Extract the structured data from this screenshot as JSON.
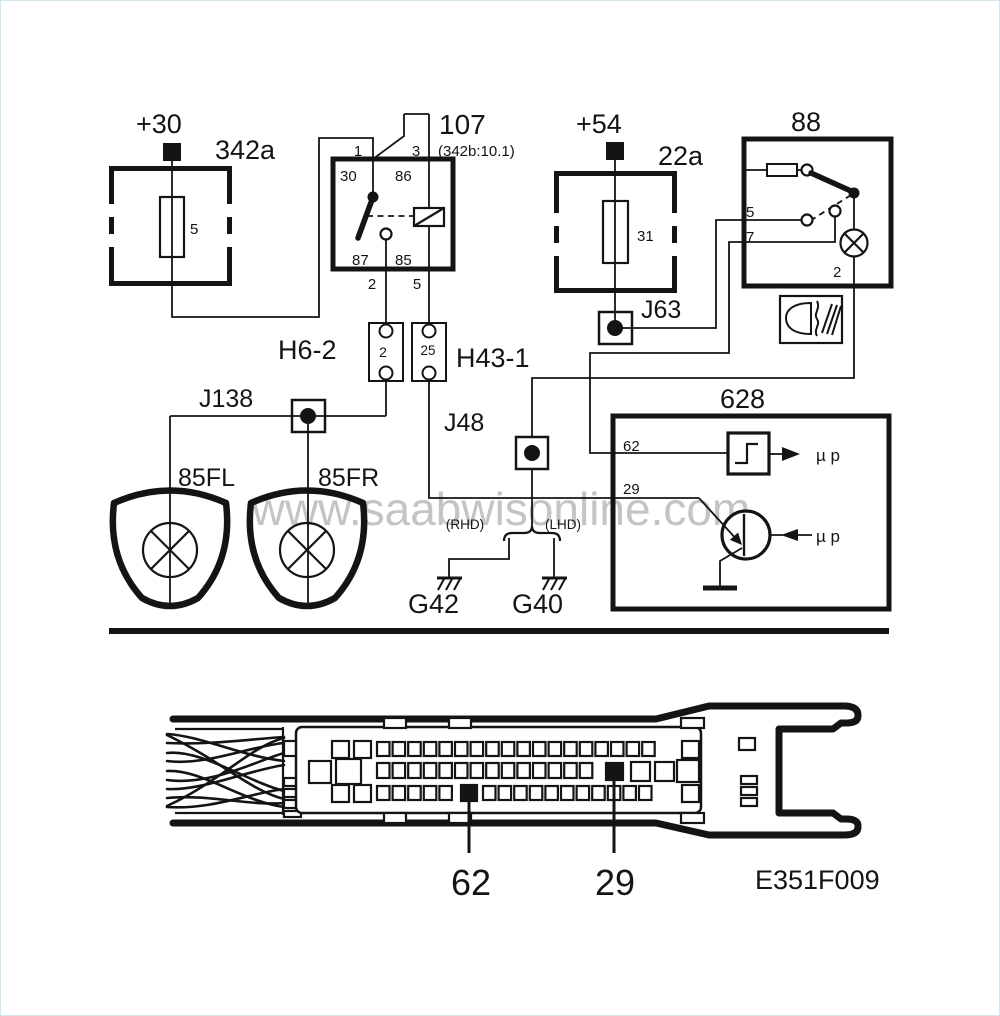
{
  "watermark": {
    "text": "www.saabwisonline.com"
  },
  "power_feeds": {
    "plus30": "+30",
    "plus54": "+54"
  },
  "fusebox_342a": {
    "id": "342a",
    "fuse_no": "5"
  },
  "relay_107": {
    "id": "107",
    "crossref": "(342b:10.1)",
    "pin1": "1",
    "pin3": "3",
    "pin30": "30",
    "pin86": "86",
    "pin87": "87",
    "pin85": "85",
    "pin2": "2",
    "pin5": "5"
  },
  "connector_h6_2": {
    "id": "H6-2",
    "pin": "2"
  },
  "connector_h43_1": {
    "id": "H43-1",
    "pin": "25"
  },
  "junction_j138": {
    "id": "J138"
  },
  "lamp_85fl": {
    "id": "85FL"
  },
  "lamp_85fr": {
    "id": "85FR"
  },
  "fusebox_22a": {
    "id": "22a",
    "fuse_no": "31"
  },
  "junction_j63": {
    "id": "J63"
  },
  "switch_88": {
    "id": "88",
    "pin5": "5",
    "pin7": "7",
    "pin2": "2"
  },
  "junction_j48": {
    "id": "J48"
  },
  "variants": {
    "rhd": "(RHD)",
    "lhd": "(LHD)"
  },
  "ground_g42": {
    "id": "G42"
  },
  "ground_g40": {
    "id": "G40"
  },
  "ecu_628": {
    "id": "628",
    "pin62": "62",
    "pin29": "29",
    "mcu_label_top": "µ p",
    "mcu_label_bottom": "µ p"
  },
  "footer": {
    "pin62": "62",
    "pin29": "29",
    "drawing_no": "E351F009"
  },
  "colors": {
    "line": "#141414",
    "watermark": "#8a8a8a",
    "frame": "#d4e4ec"
  }
}
